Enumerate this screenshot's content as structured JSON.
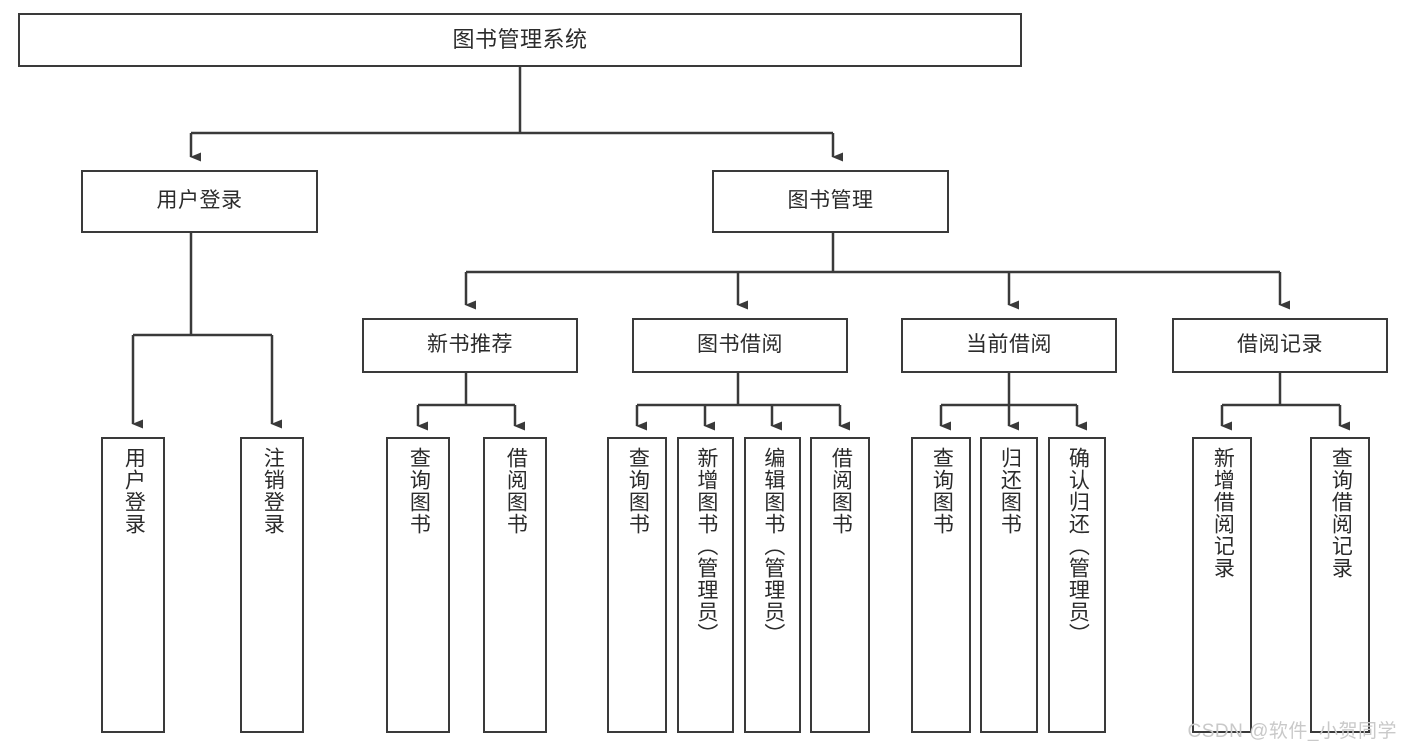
{
  "diagram": {
    "title": "图书管理系统",
    "watermark": "CSDN @软件_小贺同学",
    "line_color": "#3a3a3a",
    "box_fill": "#ffffff",
    "text_color": "#2b2b2b",
    "watermark_color": "#c9c9c9"
  },
  "nodes": {
    "root": {
      "label": "图书管理系统"
    },
    "level2": [
      {
        "label": "用户登录"
      },
      {
        "label": "图书管理"
      }
    ],
    "level3": [
      {
        "label": "新书推荐"
      },
      {
        "label": "图书借阅"
      },
      {
        "label": "当前借阅"
      },
      {
        "label": "借阅记录"
      }
    ],
    "leaves": {
      "user_login": [
        {
          "label": "用户登录"
        },
        {
          "label": "注销登录"
        }
      ],
      "new_book_rec": [
        {
          "label": "查询图书"
        },
        {
          "label": "借阅图书"
        }
      ],
      "book_borrow": [
        {
          "label": "查询图书"
        },
        {
          "label": "新增图书（管理员）"
        },
        {
          "label": "编辑图书（管理员）"
        },
        {
          "label": "借阅图书"
        }
      ],
      "current_borrow": [
        {
          "label": "查询图书"
        },
        {
          "label": "归还图书"
        },
        {
          "label": "确认归还（管理员）"
        }
      ],
      "borrow_record": [
        {
          "label": "新增借阅记录"
        },
        {
          "label": "查询借阅记录"
        }
      ]
    }
  },
  "tree": {
    "name": "图书管理系统",
    "children": [
      {
        "name": "用户登录",
        "children": [
          {
            "name": "用户登录"
          },
          {
            "name": "注销登录"
          }
        ]
      },
      {
        "name": "图书管理",
        "children": [
          {
            "name": "新书推荐",
            "children": [
              {
                "name": "查询图书"
              },
              {
                "name": "借阅图书"
              }
            ]
          },
          {
            "name": "图书借阅",
            "children": [
              {
                "name": "查询图书"
              },
              {
                "name": "新增图书（管理员）"
              },
              {
                "name": "编辑图书（管理员）"
              },
              {
                "name": "借阅图书"
              }
            ]
          },
          {
            "name": "当前借阅",
            "children": [
              {
                "name": "查询图书"
              },
              {
                "name": "归还图书"
              },
              {
                "name": "确认归还（管理员）"
              }
            ]
          },
          {
            "name": "借阅记录",
            "children": [
              {
                "name": "新增借阅记录"
              },
              {
                "name": "查询借阅记录"
              }
            ]
          }
        ]
      }
    ]
  }
}
